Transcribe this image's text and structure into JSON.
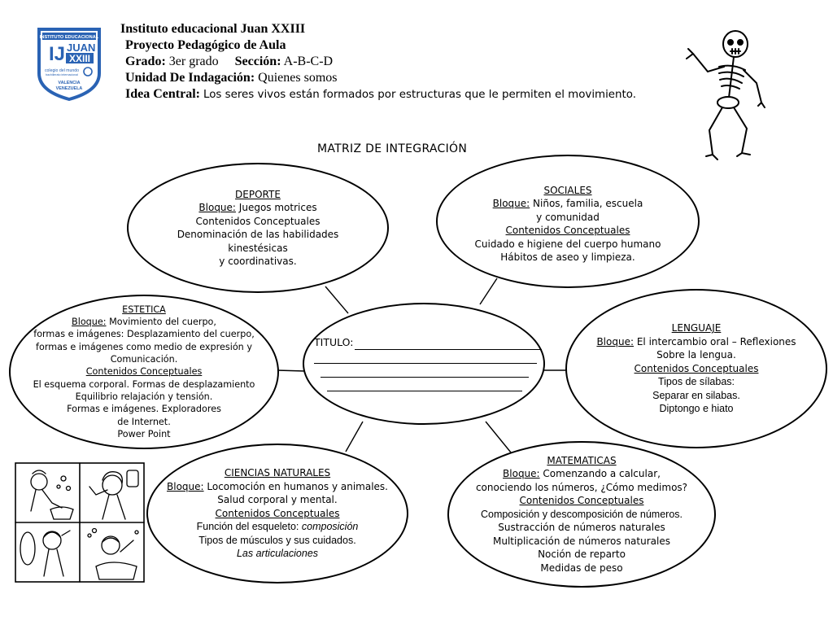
{
  "logo": {
    "top_text": "INSTITUTO EDUCACIONAL",
    "name_1": "JUAN",
    "name_2": "XXIII",
    "tagline": "colegio del mundo",
    "tagline_2": "bachillerato internacional",
    "city": "VALENCIA",
    "country": "VENEZUELA",
    "brand_color": "#2a63b4"
  },
  "header": {
    "institute": "Instituto educacional Juan XXIII",
    "project": "Proyecto Pedagógico de Aula",
    "grade_label": "Grado:",
    "grade_value": "3er grado",
    "section_label": "Sección:",
    "section_value": "A-B-C-D",
    "unit_label": "Unidad De Indagación:",
    "unit_value": "Quienes somos",
    "idea_label": "Idea Central:",
    "idea_value": "Los seres vivos están formados por estructuras que le permiten el movimiento."
  },
  "matrix_title": "MATRIZ DE INTEGRACIÓN",
  "center": {
    "label": "TITULO:"
  },
  "deporte": {
    "title": "DEPORTE",
    "bloque_label": "Bloque:",
    "bloque_value": "Juegos motrices",
    "contenidos": "Contenidos Conceptuales",
    "lines": [
      "Denominación de las habilidades",
      "kinestésicas",
      "y coordinativas."
    ]
  },
  "sociales": {
    "title": "SOCIALES",
    "bloque_label": "Bloque:",
    "bloque_value": "Niños, familia, escuela",
    "bloque_value_2": "y comunidad",
    "contenidos": "Contenidos Conceptuales",
    "lines": [
      "Cuidado e higiene del cuerpo humano",
      "Hábitos de aseo y limpieza."
    ]
  },
  "estetica": {
    "title": "ESTETICA",
    "bloque_label": "Bloque:",
    "bloque_value": "Movimiento del cuerpo,",
    "lines_a": [
      "formas e imágenes: Desplazamiento del cuerpo,",
      "formas e imágenes como medio de expresión y",
      "Comunicación."
    ],
    "contenidos": "Contenidos Conceptuales",
    "lines_b": [
      "El esquema corporal. Formas de desplazamiento",
      "Equilibrio relajación y tensión.",
      "Formas e imágenes. Exploradores",
      "de Internet.",
      "Power Point"
    ]
  },
  "lenguaje": {
    "title": "LENGUAJE",
    "bloque_label": "Bloque:",
    "bloque_value": "El intercambio oral – Reflexiones",
    "bloque_value_2": "Sobre la lengua.",
    "contenidos": "Contenidos Conceptuales",
    "lines": [
      "Tipos de sílabas:",
      "Separar en silabas.",
      "Diptongo  e  hiato"
    ]
  },
  "ciencias": {
    "title": "CIENCIAS NATURALES",
    "bloque_label": "Bloque:",
    "bloque_value": "Locomoción en humanos y animales.",
    "bloque_value_2": "Salud corporal y mental.",
    "contenidos": "Contenidos Conceptuales",
    "line_1_a": "Función del esqueleto: ",
    "line_1_b": "composición",
    "line_2": "Tipos de músculos y sus cuidados.",
    "line_3": "Las articulaciones"
  },
  "matematicas": {
    "title": "MATEMATICAS",
    "bloque_label": "Bloque:",
    "bloque_value": "Comenzando a calcular,",
    "bloque_value_2": "conociendo los números, ¿Cómo medimos?",
    "contenidos": "Contenidos Conceptuales",
    "line_sans": "Composición y descomposición de números.",
    "lines": [
      "Sustracción de números naturales",
      "Multiplicación de números naturales",
      "Noción de reparto",
      "Medidas de peso"
    ]
  }
}
